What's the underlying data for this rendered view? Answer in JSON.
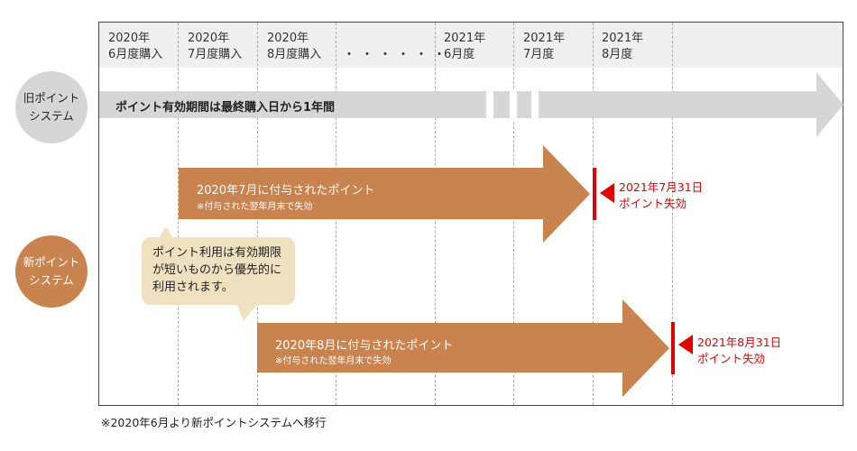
{
  "header": {
    "columns": [
      "2020年\n6月度購入",
      "2020年\n7月度購入",
      "2020年\n8月度購入",
      "2021年\n6月度",
      "2021年\n7月度",
      "2021年\n8月度"
    ],
    "ellipsis": "・・・・・・"
  },
  "old_system": {
    "label": "旧ポイント\nシステム",
    "bar_text": "ポイント有効期間は最終購入日から1年間"
  },
  "new_system": {
    "label": "新ポイント\nシステム",
    "arrows": [
      {
        "title": "2020年7月に付与されたポイント",
        "note": "※付与された翌年月末で失効",
        "expiry": "2021年7月31日\nポイント失効"
      },
      {
        "title": "2020年8月に付与されたポイント",
        "note": "※付与された翌年月末で失効",
        "expiry": "2021年8月31日\nポイント失効"
      }
    ],
    "bubble": "ポイント利用は有効期限\nが短いものから優先的に\n利用されます。"
  },
  "footnote": "※2020年6月より新ポイントシステムへ移行",
  "colors": {
    "old": "#d6d6d6",
    "new": "#c8834f",
    "expiry": "#e00000",
    "bubble": "#efe0c0"
  }
}
